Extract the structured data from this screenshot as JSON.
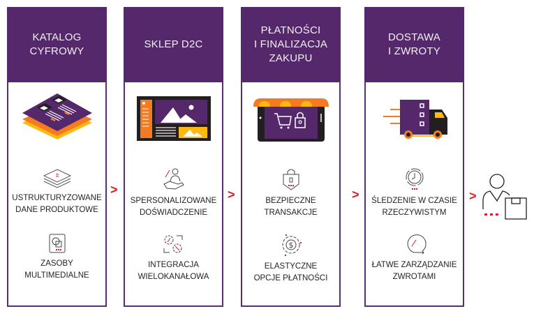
{
  "colors": {
    "purple": "#55286b",
    "border": "#5a2d6e",
    "red": "#e11b22",
    "orange": "#f47b20",
    "yellow": "#fdb913",
    "dark": "#231f20"
  },
  "stages": [
    {
      "title": "KATALOG\nCYFROWY",
      "illustration": "catalog-stack-icon",
      "features": [
        {
          "icon": "layers-icon",
          "label": "USTRUKTURYZOWANE\nDANE PRODUKTOWE"
        },
        {
          "icon": "media-file-icon",
          "label": "ZASOBY\nMULTIMEDIALNE"
        }
      ]
    },
    {
      "title": "SKLEP D2C",
      "illustration": "storefront-screen-icon",
      "features": [
        {
          "icon": "person-hand-icon",
          "label": "SPERSONALIZOWANE\nDOŚWIADCZENIE"
        },
        {
          "icon": "gears-sync-icon",
          "label": "INTEGRACJA\nWIELOKANAŁOWA"
        }
      ]
    },
    {
      "title": "PŁATNOŚCI\nI FINALIZACJA\nZAKUPU",
      "illustration": "mobile-shop-icon",
      "features": [
        {
          "icon": "secure-lock-icon",
          "label": "BEZPIECZNE\nTRANSAKCJE"
        },
        {
          "icon": "dollar-gear-icon",
          "label": "ELASTYCZNE\nOPCJE PŁATNOŚCI"
        }
      ]
    },
    {
      "title": "DOSTAWA\nI ZWROTY",
      "illustration": "delivery-truck-icon",
      "features": [
        {
          "icon": "clock-icon",
          "label": "ŚLEDZENIE W CZASIE\nRZECZYWISTYM"
        },
        {
          "icon": "return-arrow-icon",
          "label": "ŁATWE ZARZĄDZANIE\nZWROTAMI"
        }
      ]
    }
  ],
  "arrow_symbol": ">",
  "end_icon": "customer-package-icon"
}
